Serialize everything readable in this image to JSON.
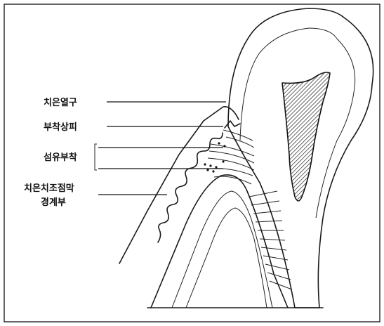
{
  "labels": {
    "gingival_sulcus": "치은열구",
    "junctional_epithelium": "부착상피",
    "fibrous_attachment": "섬유부착",
    "mucogingival_junction_line1": "치은치조점막",
    "mucogingival_junction_line2": "경계부"
  },
  "colors": {
    "ink": "#1a1a1a",
    "background": "#ffffff"
  }
}
